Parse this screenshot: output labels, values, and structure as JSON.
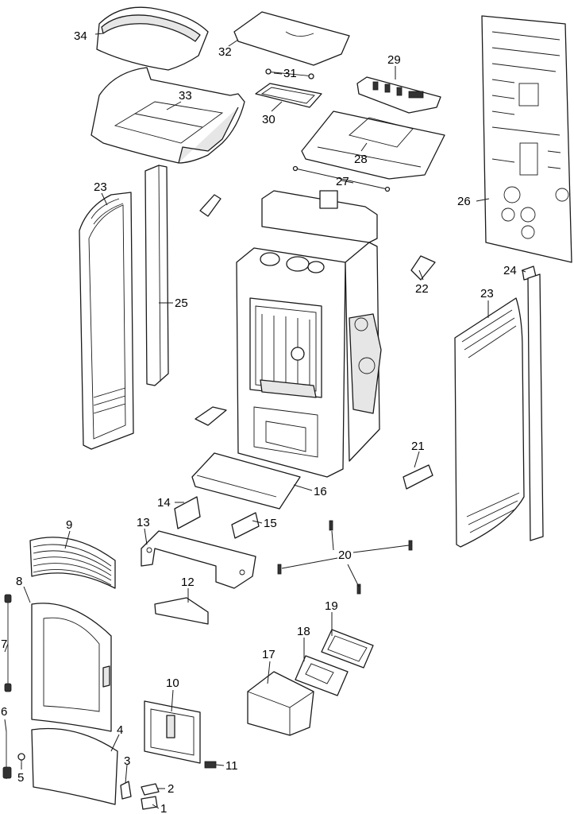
{
  "labels": {
    "l1": "1",
    "l2": "2",
    "l3": "3",
    "l4": "4",
    "l5": "5",
    "l6": "6",
    "l7": "7",
    "l8": "8",
    "l9": "9",
    "l10": "10",
    "l11": "11",
    "l12": "12",
    "l13": "13",
    "l14": "14",
    "l15": "15",
    "l16": "16",
    "l17": "17",
    "l18": "18",
    "l19": "19",
    "l20": "20",
    "l21": "21",
    "l22": "22",
    "l23": "23",
    "l24": "24",
    "l25": "25",
    "l26": "26",
    "l27": "27",
    "l28": "28",
    "l29": "29",
    "l30": "30",
    "l31": "31",
    "l32": "32",
    "l33": "33",
    "l34": "34"
  }
}
